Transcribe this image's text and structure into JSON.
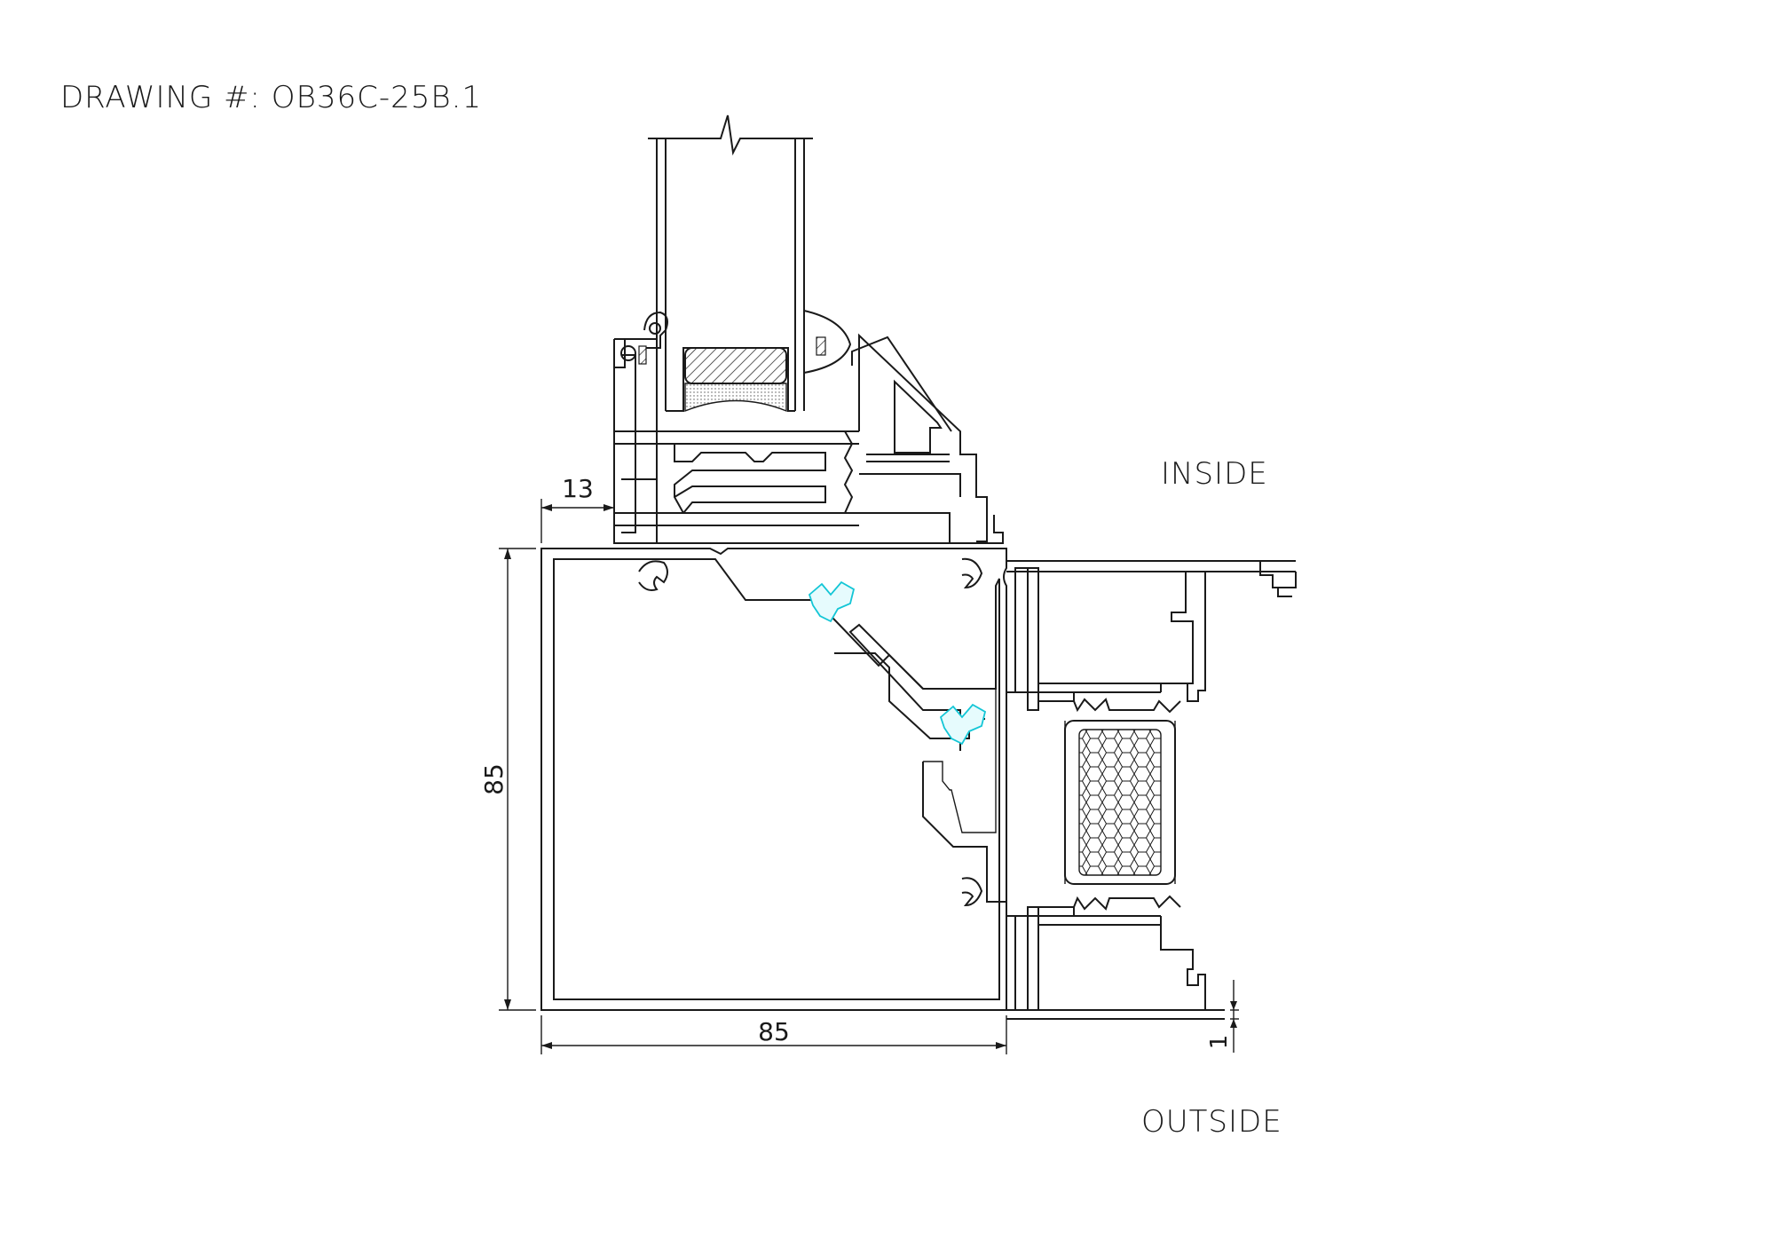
{
  "drawing": {
    "title": "DRAWING #: OB36C-25B.1",
    "labels": {
      "inside": "INSIDE",
      "outside": "OUTSIDE"
    },
    "dimensions": {
      "top_offset": "13",
      "height": "85",
      "width": "85",
      "gap": "1"
    },
    "colors": {
      "line": "#1a1a1a",
      "thermal_break": "#13c6d6",
      "background": "#ffffff"
    }
  }
}
